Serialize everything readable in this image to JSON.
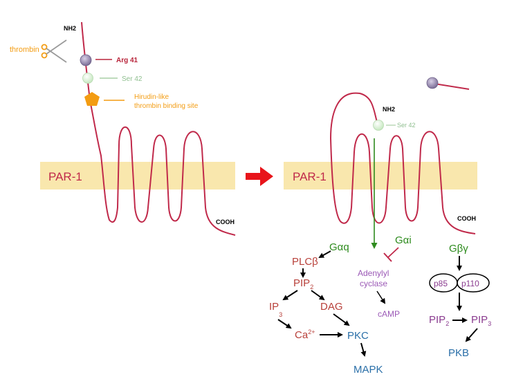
{
  "colors": {
    "membrane": "#f9e7ad",
    "receptor": "#c0294a",
    "arrow_red": "#e8141a",
    "arg_ball": "#8c7fa6",
    "ser_ball": "#d7f0d3",
    "hirudin": "#f39c12",
    "thrombin_text": "#f39c12",
    "arg_label": "#b8243a",
    "ser_label": "#8fbf8f",
    "green": "#2e8b1e",
    "red_node": "#b8403a",
    "blue_node": "#2a6fa8",
    "purple_node": "#8a3b8f",
    "adenylyl": "#9b59b6"
  },
  "left": {
    "nh2": "NH2",
    "thrombin": "thrombin",
    "scissors_icon": "scissors-icon",
    "arg41": "Arg 41",
    "ser42": "Ser 42",
    "hirudin_line1": "Hirudin-like",
    "hirudin_line2": "thrombin binding site",
    "par1": "PAR-1",
    "cooh": "COOH"
  },
  "right": {
    "nh2": "NH2",
    "ser42": "Ser 42",
    "par1": "PAR-1",
    "cooh": "COOH"
  },
  "pathway": {
    "gaq": "Gαq",
    "plcb": "PLCβ",
    "pip": "PIP",
    "pip_sub": "2",
    "ip": "IP",
    "ip_sub": "3",
    "dag": "DAG",
    "ca": "Ca",
    "ca_sup": "2+",
    "pkc": "PKC",
    "mapk": "MAPK",
    "gai": "Gαi",
    "adenylyl1": "Adenylyl",
    "adenylyl2": "cyclase",
    "camp": "cAMP",
    "gbg": "Gβγ",
    "p85": "p85",
    "p110": "p110",
    "pip2": "PIP",
    "pip2_sub": "2",
    "pip3": "PIP",
    "pip3_sub": "3",
    "pkb": "PKB"
  }
}
